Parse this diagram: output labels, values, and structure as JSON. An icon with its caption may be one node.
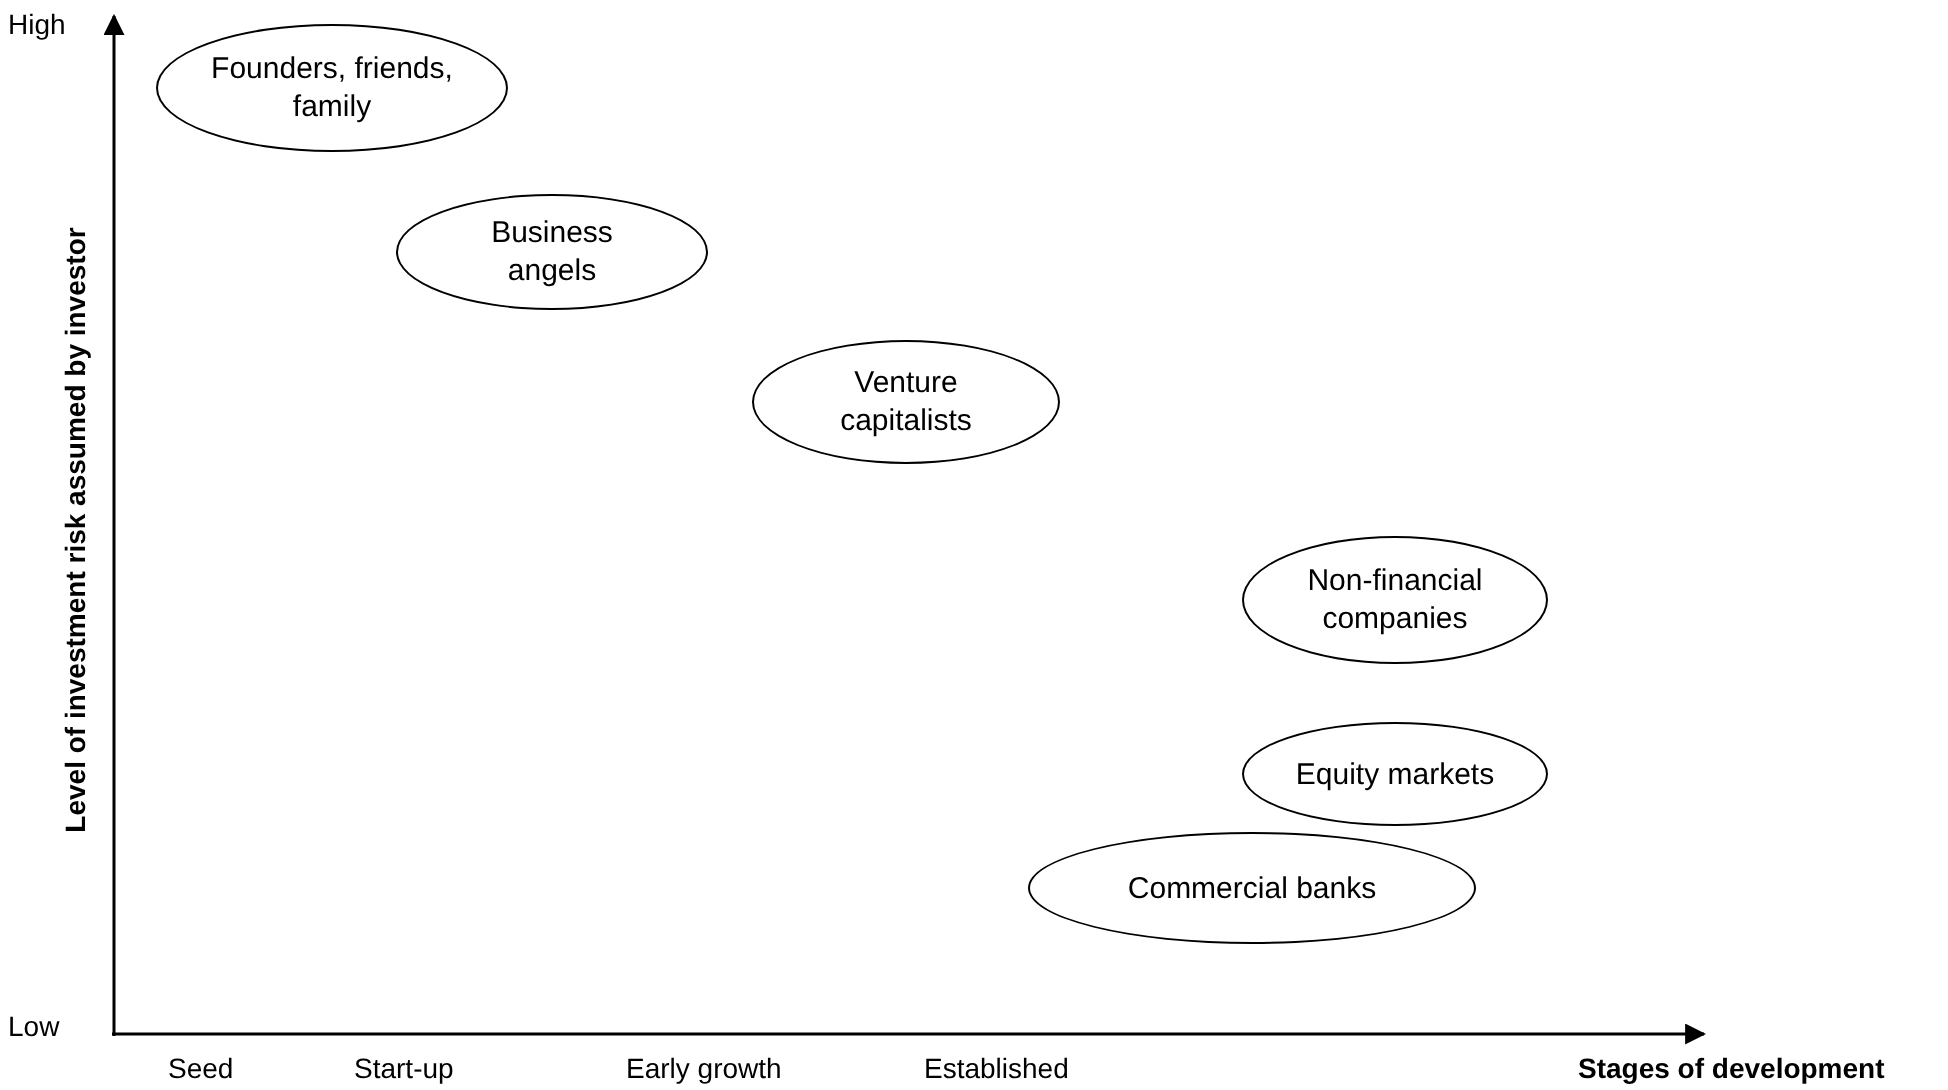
{
  "diagram": {
    "nodes": [
      {
        "text": [
          "Founders, friends, family"
        ]
      },
      {
        "text": [
          "Business angels"
        ]
      },
      {
        "text": [
          "Venture capitalists"
        ]
      },
      {
        "text": [
          "Non-financial companies"
        ]
      },
      {
        "text": [
          "Equity markets"
        ]
      },
      {
        "text": [
          "Commercial banks"
        ]
      }
    ],
    "labels": [
      "High",
      "Level of investment risk assumed by investor",
      "Low",
      "Seed",
      "Start-up",
      "Early growth",
      "Established",
      "Stages of development"
    ]
  }
}
